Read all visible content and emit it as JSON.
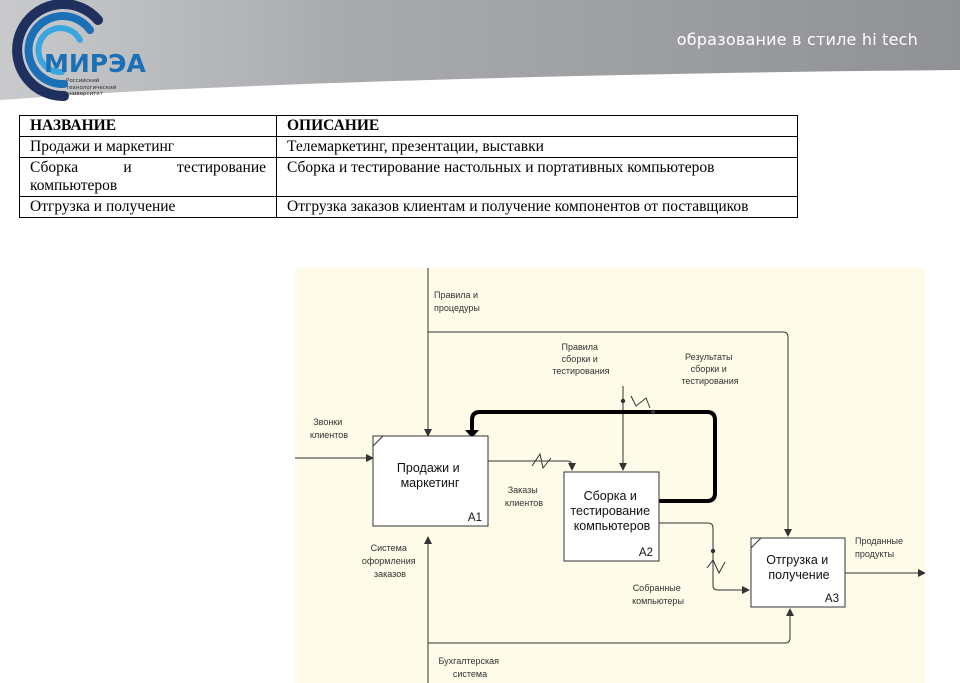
{
  "header": {
    "tagline": "образование в стиле hi tech",
    "logo_text": "МИРЭА",
    "logo_subtitle": [
      "Российский",
      "технологический",
      "университет"
    ],
    "colors": {
      "band": "#9a9c9f",
      "logo_blue": "#1b6fb6",
      "logo_dark": "#1f2f5e",
      "logo_cyan": "#3aa6df"
    }
  },
  "table": {
    "headers": [
      "НАЗВАНИЕ",
      "ОПИСАНИЕ"
    ],
    "rows": [
      [
        "Продажи и маркетинг",
        "Телемаркетинг, презентации, выставки"
      ],
      [
        "Сборка и тестирование компьютеров",
        "Сборка и тестирование настольных и портативных компьютеров"
      ],
      [
        "Отгрузка и получение",
        "Отгрузка заказов клиентам и получение компонентов от поставщиков"
      ]
    ]
  },
  "diagram": {
    "background": "#fefbe8",
    "boxes": [
      {
        "title": [
          "Продажи и",
          "маркетинг"
        ],
        "code": "A1"
      },
      {
        "title": [
          "Сборка и",
          "тестирование",
          "компьютеров"
        ],
        "code": "A2"
      },
      {
        "title": [
          "Отгрузка и",
          "получение"
        ],
        "code": "A3"
      }
    ],
    "labels": {
      "rules": [
        "Правила и",
        "процедуры"
      ],
      "calls": [
        "Звонки",
        "клиентов"
      ],
      "assembly_rules": [
        "Правила",
        "сборки и",
        "тестирования"
      ],
      "results": [
        "Результаты",
        "сборки и",
        "тестирования"
      ],
      "orders": [
        "Заказы",
        "клиентов"
      ],
      "order_system": [
        "Система",
        "оформления",
        "заказов"
      ],
      "assembled": [
        "Собранные",
        "компьютеры"
      ],
      "sold": [
        "Проданные",
        "продукты"
      ],
      "accounting": [
        "Бухгалтерская",
        "система"
      ]
    }
  }
}
